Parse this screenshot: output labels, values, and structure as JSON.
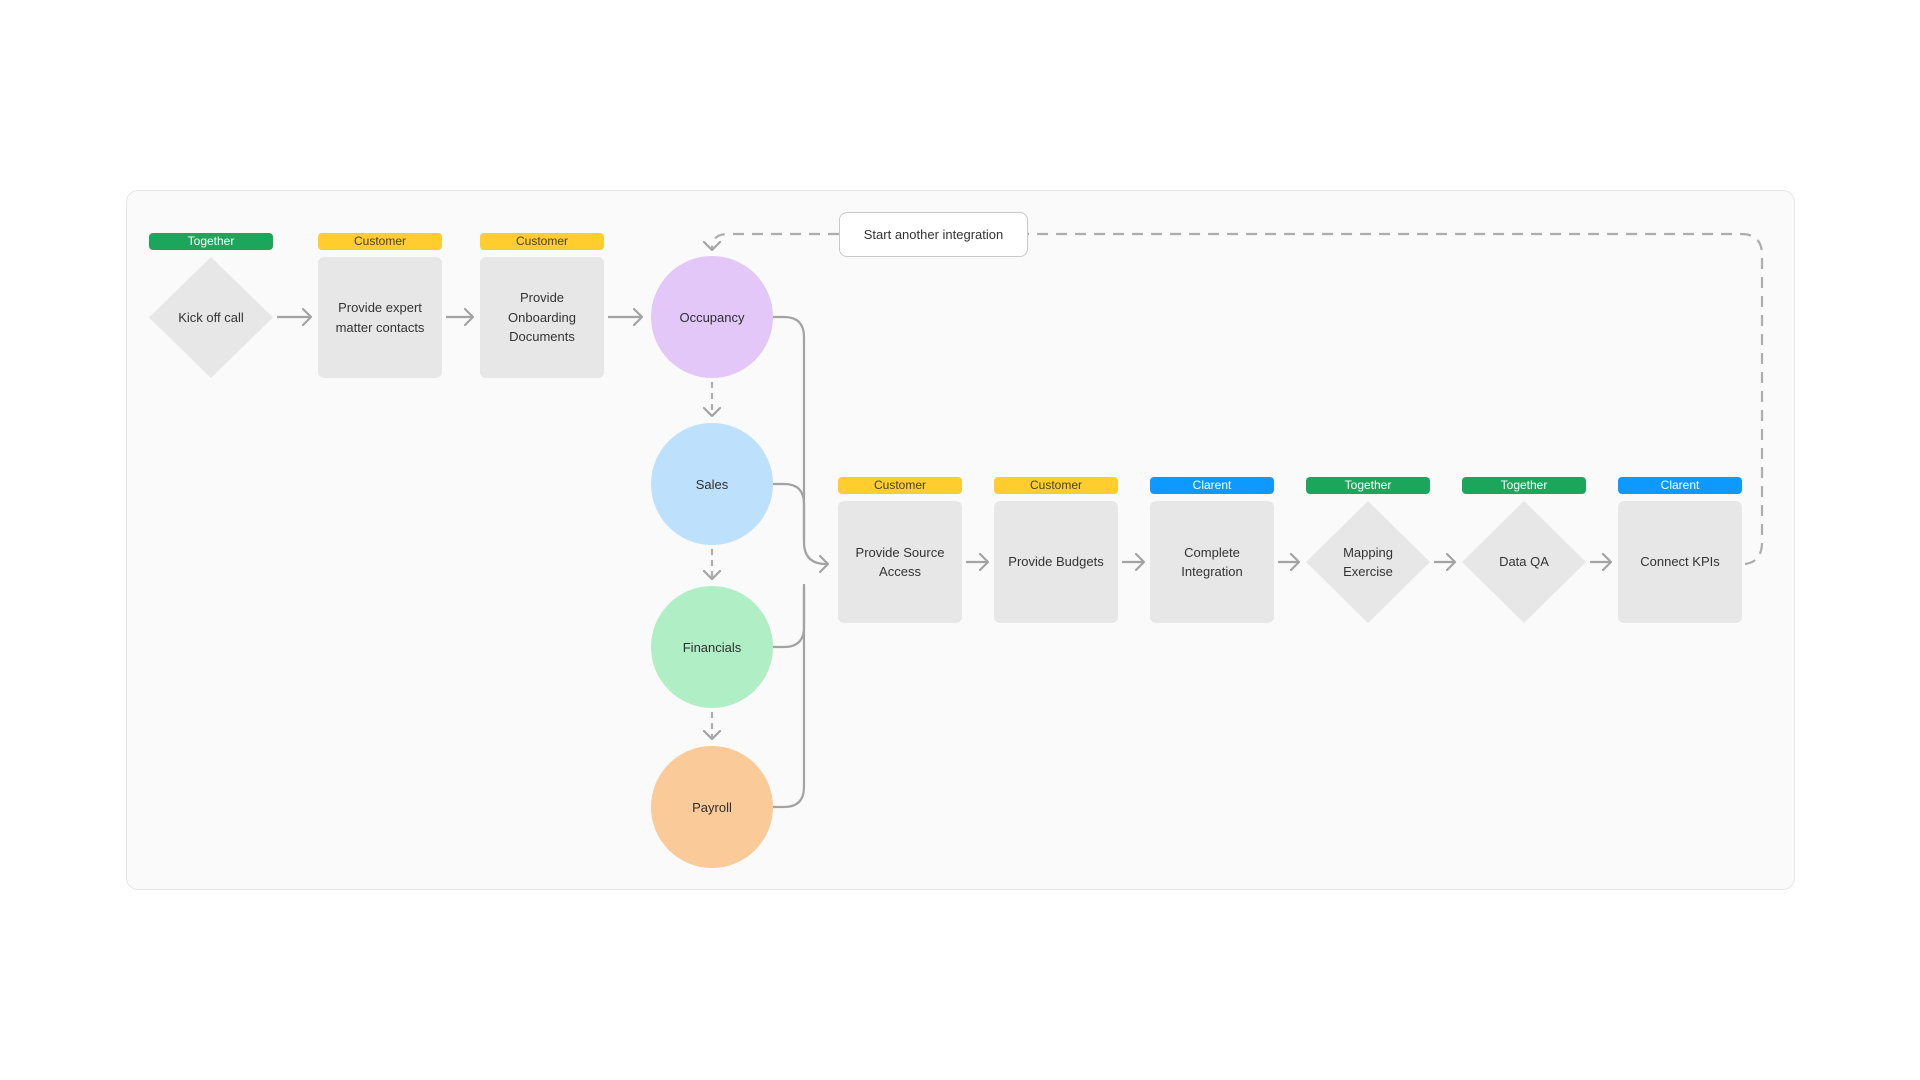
{
  "board": {
    "background": "#ffffff",
    "card_background": "#fafafa"
  },
  "colors": {
    "badge_green": "#1ca65b",
    "badge_yellow": "#ffcd2e",
    "badge_blue": "#0d99ff",
    "shape_gray": "#e7e7e7",
    "circle_purple": "#e2c7f8",
    "circle_blue": "#bde0fc",
    "circle_green": "#b0efc5",
    "circle_orange": "#faca98",
    "connector_gray": "#a3a3a3"
  },
  "start_node": {
    "label": "Start another integration"
  },
  "row1": [
    {
      "badge": "Together",
      "badge_color": "green",
      "label": "Kick off call",
      "shape": "diamond"
    },
    {
      "badge": "Customer",
      "badge_color": "yellow",
      "label": "Provide expert matter contacts",
      "shape": "rect"
    },
    {
      "badge": "Customer",
      "badge_color": "yellow",
      "label": "Provide Onboarding Documents",
      "shape": "rect"
    }
  ],
  "streams": [
    {
      "label": "Occupancy",
      "color": "#e2c7f8"
    },
    {
      "label": "Sales",
      "color": "#bde0fc"
    },
    {
      "label": "Financials",
      "color": "#b0efc5"
    },
    {
      "label": "Payroll",
      "color": "#faca98"
    }
  ],
  "chain": [
    {
      "badge": "Customer",
      "badge_color": "yellow",
      "label": "Provide Source Access",
      "shape": "rect"
    },
    {
      "badge": "Customer",
      "badge_color": "yellow",
      "label": "Provide Budgets",
      "shape": "rect"
    },
    {
      "badge": "Clarent",
      "badge_color": "blue",
      "label": "Complete Integration",
      "shape": "rect"
    },
    {
      "badge": "Together",
      "badge_color": "green",
      "label": "Mapping Exercise",
      "shape": "diamond"
    },
    {
      "badge": "Together",
      "badge_color": "green",
      "label": "Data QA",
      "shape": "diamond"
    },
    {
      "badge": "Clarent",
      "badge_color": "blue",
      "label": "Connect KPIs",
      "shape": "rect"
    }
  ]
}
